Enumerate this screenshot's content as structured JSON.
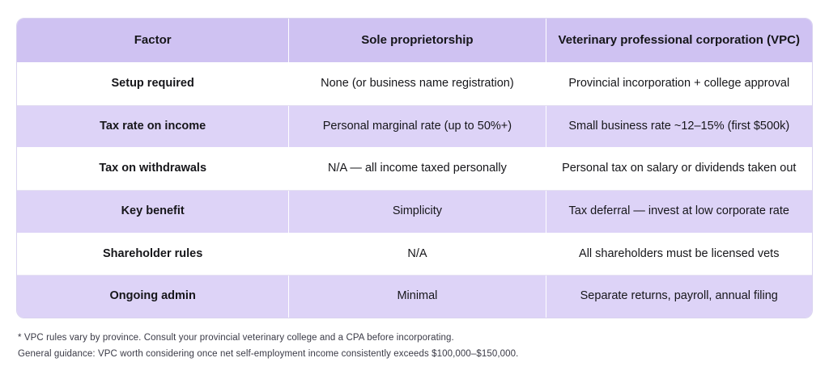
{
  "table": {
    "headers": [
      "Factor",
      "Sole proprietorship",
      "Veterinary professional corporation (VPC)"
    ],
    "rows": [
      {
        "factor": "Setup required",
        "sole": "None (or business name registration)",
        "vpc": "Provincial incorporation + college approval"
      },
      {
        "factor": "Tax rate on income",
        "sole": "Personal marginal rate (up to 50%+)",
        "vpc": "Small business rate ~12–15% (first $500k)"
      },
      {
        "factor": "Tax on withdrawals",
        "sole": "N/A — all income taxed personally",
        "vpc": "Personal tax on salary or dividends taken out"
      },
      {
        "factor": "Key benefit",
        "sole": "Simplicity",
        "vpc": "Tax deferral — invest at low corporate rate"
      },
      {
        "factor": "Shareholder rules",
        "sole": "N/A",
        "vpc": "All shareholders must be licensed vets"
      },
      {
        "factor": "Ongoing admin",
        "sole": "Minimal",
        "vpc": "Separate returns, payroll, annual filing"
      }
    ]
  },
  "footnotes": [
    "* VPC rules vary by province. Consult your provincial veterinary college and a CPA before incorporating.",
    "General guidance: VPC worth considering once net self-employment income consistently exceeds $100,000–$150,000."
  ],
  "colors": {
    "header_bg": "#cfc2f2",
    "row_alt_bg": "#ddd3f7",
    "row_bg": "#ffffff",
    "text": "#16161a",
    "footnote_text": "#3a3a46"
  }
}
